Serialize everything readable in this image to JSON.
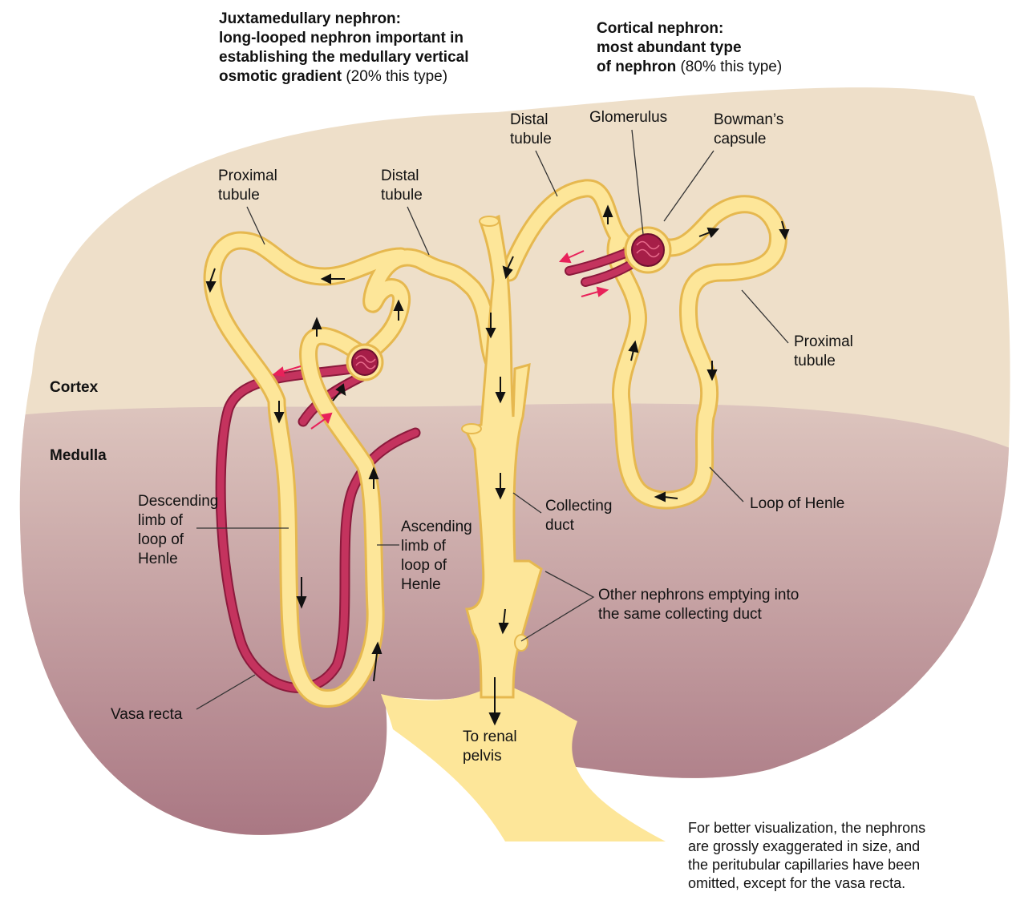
{
  "captions": {
    "juxtamedullary": {
      "bold": "Juxtamedullary nephron:\nlong-looped nephron important in\nestablishing the medullary vertical\nosmotic gradient",
      "normal": "(20% this type)"
    },
    "cortical": {
      "bold": "Cortical nephron:\nmost abundant type\nof nephron",
      "normal": "(80% this type)"
    }
  },
  "regions": {
    "cortex": "Cortex",
    "medulla": "Medulla"
  },
  "labels": {
    "proximal_tubule_left": "Proximal\ntubule",
    "distal_tubule_left": "Distal\ntubule",
    "distal_tubule_right": "Distal\ntubule",
    "glomerulus": "Glomerulus",
    "bowmans_capsule": "Bowman’s\ncapsule",
    "proximal_tubule_right": "Proximal\ntubule",
    "loop_of_henle": "Loop of Henle",
    "descending_limb": "Descending\nlimb of\nloop of\nHenle",
    "ascending_limb": "Ascending\nlimb of\nloop of\nHenle",
    "collecting_duct": "Collecting\nduct",
    "other_nephrons": "Other nephrons emptying into\nthe same collecting duct",
    "vasa_recta": "Vasa recta",
    "to_renal_pelvis": "To renal\npelvis"
  },
  "note": "For better visualization, the nephrons\nare grossly exaggerated in size, and\nthe peritubular capillaries have been\nomitted, except for the vasa recta.",
  "colors": {
    "cortex": "#eedfc9",
    "medulla_top": "#ddc3bd",
    "medulla_bottom": "#a87480",
    "tubule_fill": "#fde699",
    "tubule_edge": "#e6b84f",
    "vessel": "#c4335e",
    "vessel_dark": "#8b1a3c",
    "flow_arrow": "#111111",
    "blood_arrow": "#e8225a"
  }
}
